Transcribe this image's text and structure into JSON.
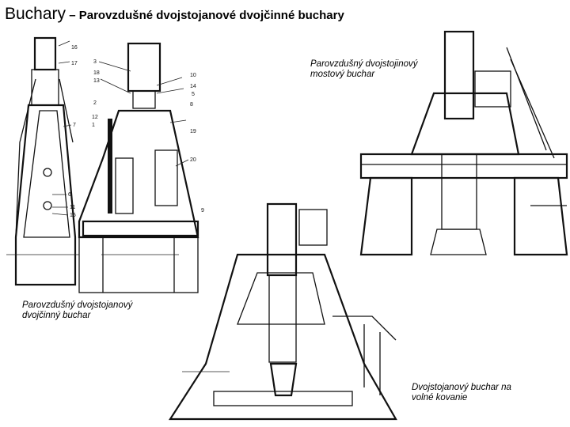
{
  "slide": {
    "title_main": "Buchary",
    "title_sub": " – Parovzdušné dvojstojanové dvojčinné buchary"
  },
  "figures": [
    {
      "caption": "Parovzdušný dvojstojanový dvojčinný buchar"
    },
    {
      "caption": "Parovzdušný dvojstojinový mostový buchar"
    },
    {
      "caption": "Dvojstojanový buchar na volné kovanie"
    }
  ],
  "labels": {
    "parts": [
      "16",
      "17",
      "7",
      "6",
      "11",
      "15",
      "3",
      "18",
      "13",
      "2",
      "12",
      "1",
      "10",
      "14",
      "5",
      "8",
      "19",
      "20",
      "9"
    ]
  }
}
